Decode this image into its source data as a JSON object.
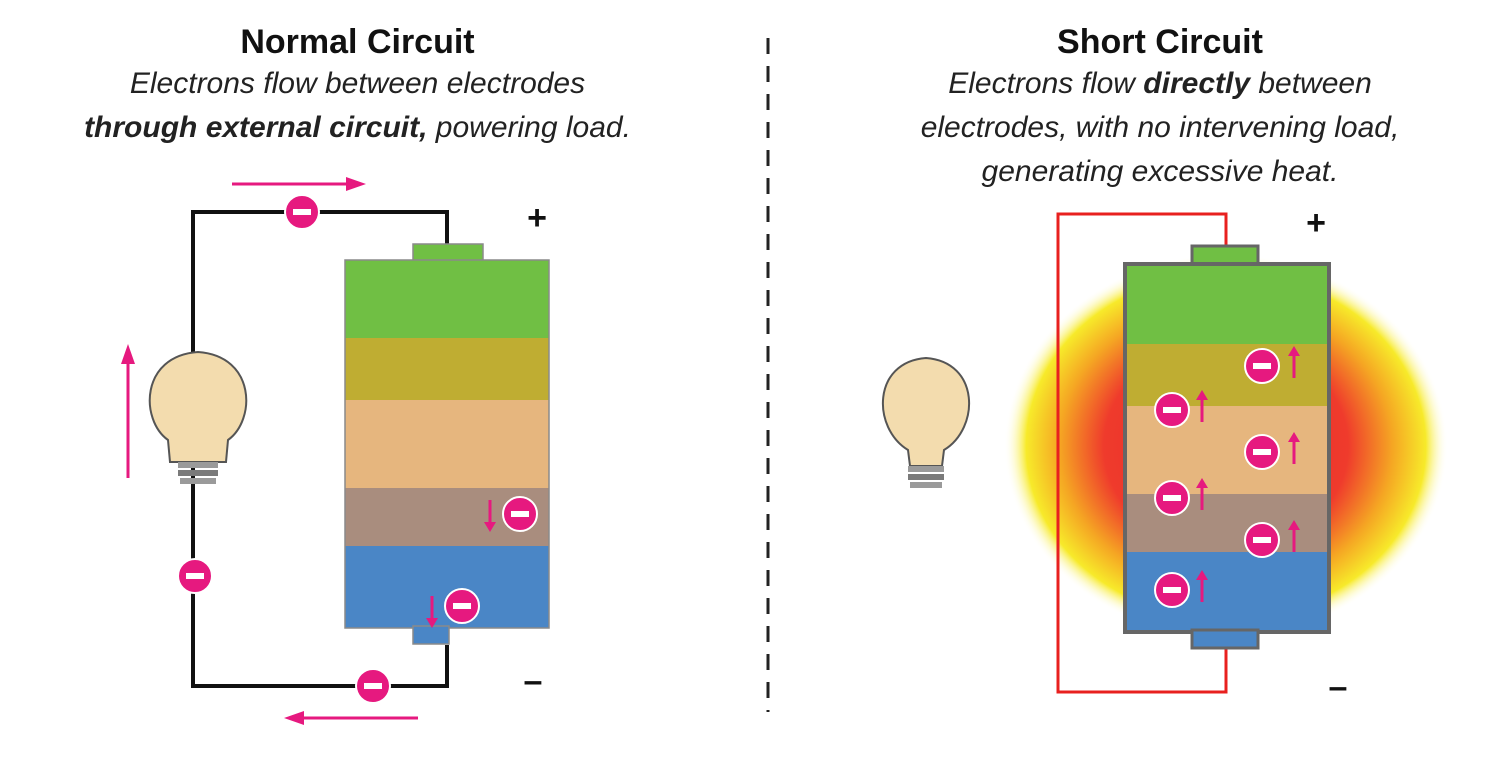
{
  "normal": {
    "title": "Normal Circuit",
    "caption_line1": "Electrons flow between electrodes",
    "caption_line2_bold": "through external circuit,",
    "caption_line2_rest": " powering load."
  },
  "short": {
    "title": "Short Circuit",
    "caption_line1_pre": "Electrons flow ",
    "caption_line1_bold": "directly",
    "caption_line1_post": " between",
    "caption_line2": "electrodes, with no intervening load,",
    "caption_line3": "generating excessive heat."
  },
  "terminals": {
    "positive": "+",
    "negative": "–"
  },
  "colors": {
    "electron": "#e6197f",
    "wire": "#111111",
    "short_wire": "#e8201f",
    "layer_cathode_top": "#70bf44",
    "layer_cathode": "#bfad32",
    "layer_separator": "#e6b67e",
    "layer_anode": "#a98d7e",
    "layer_anode_collector": "#4a86c6",
    "bulb": "#f3dcae",
    "heat_core": "#e6252a",
    "heat_edge": "#f7ea2a"
  },
  "icons": [
    "electron-icon",
    "lightbulb-icon",
    "arrow-icon",
    "battery-icon",
    "heat-glow"
  ]
}
